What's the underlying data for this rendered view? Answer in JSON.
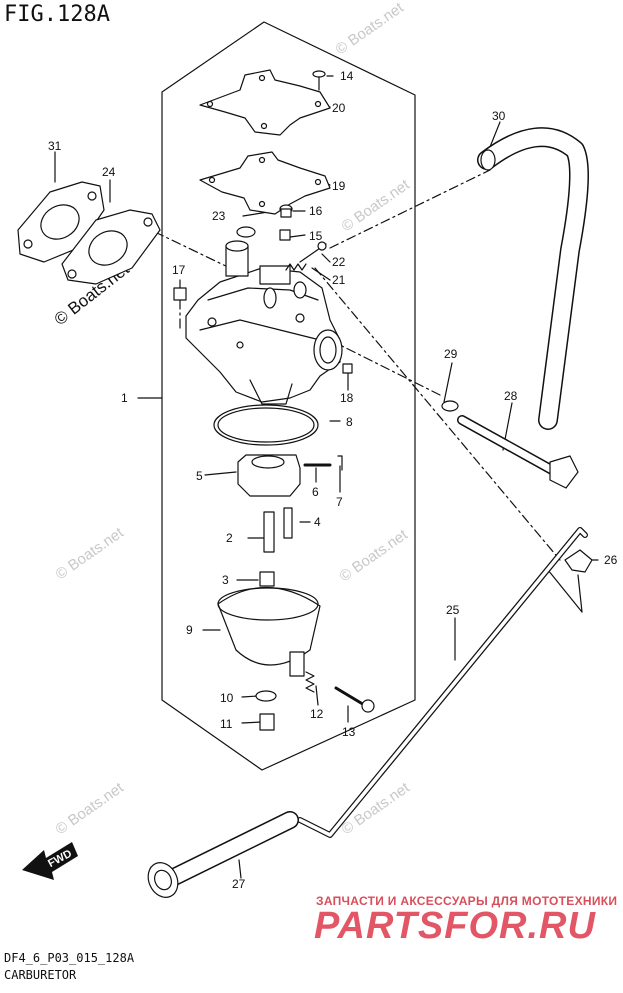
{
  "header": {
    "figure_title": "FIG.128A"
  },
  "footer": {
    "code": "DF4_6_P03_015_128A",
    "name": "CARBURETOR"
  },
  "watermarks": {
    "site": "© Boats.net",
    "ad_line": "ЗАПЧАСТИ И АКСЕССУАРЫ ДЛЯ МОТОТЕХНИКИ",
    "brand": "PARTSFOR.RU"
  },
  "fwd_label": "FWD",
  "parts": [
    {
      "ref": "1"
    },
    {
      "ref": "2"
    },
    {
      "ref": "3"
    },
    {
      "ref": "4"
    },
    {
      "ref": "5"
    },
    {
      "ref": "6"
    },
    {
      "ref": "7"
    },
    {
      "ref": "8"
    },
    {
      "ref": "9"
    },
    {
      "ref": "10"
    },
    {
      "ref": "11"
    },
    {
      "ref": "12"
    },
    {
      "ref": "13"
    },
    {
      "ref": "14"
    },
    {
      "ref": "15"
    },
    {
      "ref": "16"
    },
    {
      "ref": "17"
    },
    {
      "ref": "18"
    },
    {
      "ref": "19"
    },
    {
      "ref": "20"
    },
    {
      "ref": "21"
    },
    {
      "ref": "22"
    },
    {
      "ref": "23"
    },
    {
      "ref": "24"
    },
    {
      "ref": "25"
    },
    {
      "ref": "26"
    },
    {
      "ref": "27"
    },
    {
      "ref": "28"
    },
    {
      "ref": "29"
    },
    {
      "ref": "30"
    },
    {
      "ref": "31"
    }
  ]
}
